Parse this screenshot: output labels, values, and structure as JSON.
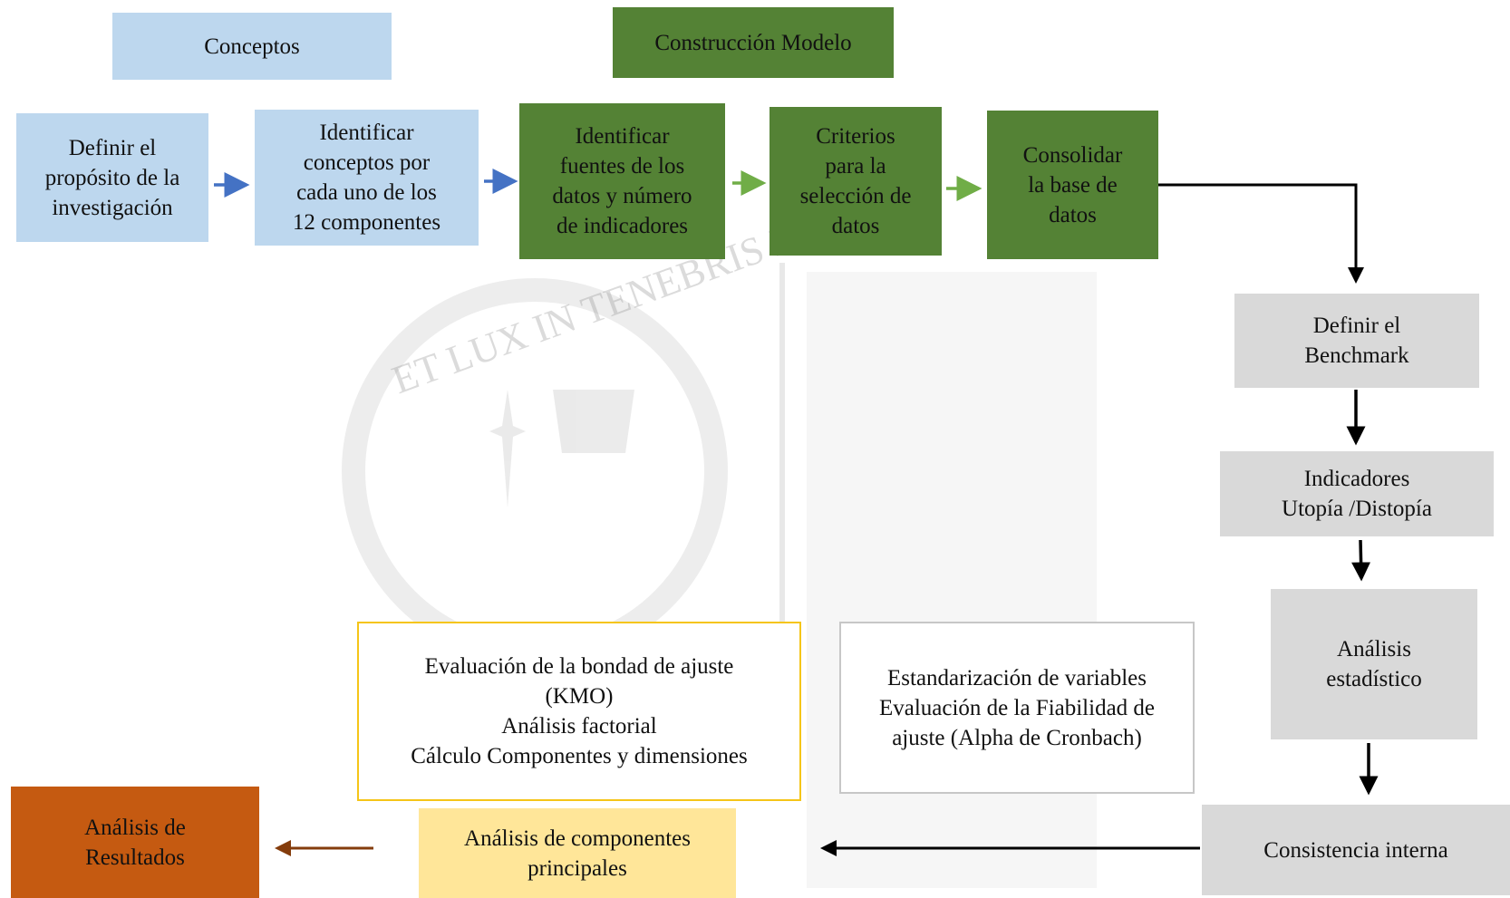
{
  "legend": {
    "concepts": "Conceptos",
    "model": "Construcción Modelo"
  },
  "steps": {
    "define_purpose": "Definir el\npropósito de la\ninvestigación",
    "identify_concepts": "Identificar\nconceptos por\ncada uno de los\n12 componentes",
    "identify_sources": "Identificar\nfuentes de los\ndatos y número\nde indicadores",
    "selection_criteria": "Criterios\npara la\nselección de\ndatos",
    "consolidate_db": "Consolidar\nla base de\ndatos",
    "define_benchmark": "Definir el\nBenchmark",
    "utopia_dystopia": "Indicadores\nUtopía /Distopía",
    "statistical_analysis": "Análisis\nestadístico",
    "internal_consistency": "Consistencia interna",
    "pca": "Análisis de componentes\nprincipales",
    "results_analysis": "Análisis de\nResultados"
  },
  "notes": {
    "pca_note": "Evaluación de la bondad de ajuste\n(KMO)\nAnálisis factorial\nCálculo Componentes y dimensiones",
    "consistency_note": "Estandarización de variables\nEvaluación de la Fiabilidad de\najuste (Alpha de Cronbach)"
  },
  "watermark": {
    "motto": "ET LUX IN TENEBRIS LUCET"
  },
  "colors": {
    "concept_blue": "#bdd7ee",
    "model_green": "#548235",
    "analysis_gray": "#d9d9d9",
    "pca_yellow": "#ffe699",
    "results_orange": "#c55a11",
    "arrow_blue": "#4472c4",
    "arrow_green": "#70ad47",
    "arrow_brown": "#843c0c",
    "note_border_yellow": "#f5c518",
    "note_border_gray": "#c7c7c7"
  }
}
